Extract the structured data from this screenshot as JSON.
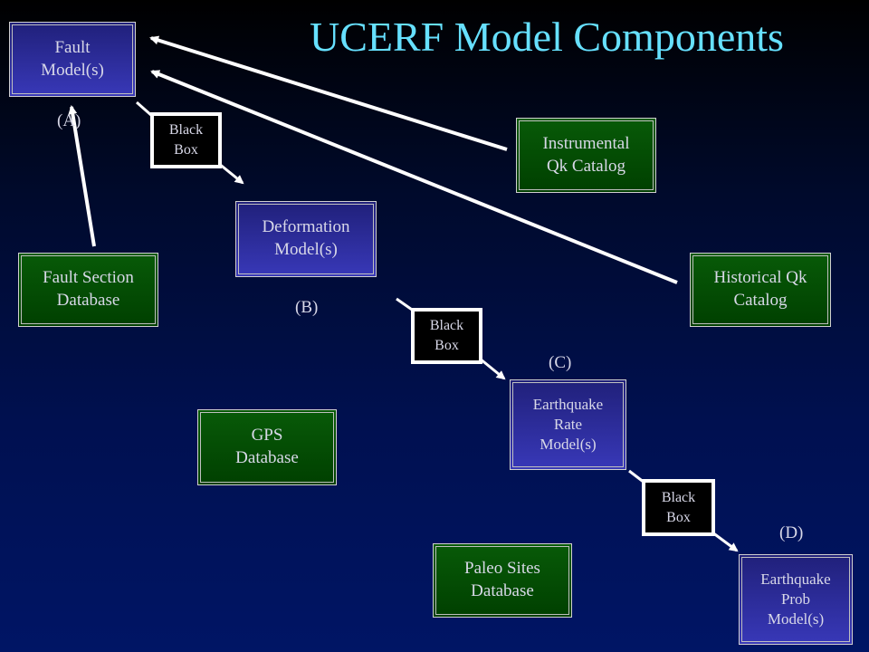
{
  "title": "UCERF Model Components",
  "boxes": {
    "fault_model": "Fault\nModel(s)",
    "deformation_model": "Deformation\nModel(s)",
    "eq_rate_model": "Earthquake\nRate\nModel(s)",
    "eq_prob_model": "Earthquake\nProb\nModel(s)",
    "fault_section_db": "Fault Section\nDatabase",
    "gps_db": "GPS\nDatabase",
    "paleo_db": "Paleo Sites\nDatabase",
    "instrumental_catalog": "Instrumental\nQk Catalog",
    "historical_catalog": "Historical Qk\nCatalog"
  },
  "black_box_label": "Black\nBox",
  "labels": {
    "a": "(A)",
    "b": "(B)",
    "c": "(C)",
    "d": "(D)"
  },
  "colors": {
    "title": "#66e0ff",
    "model_box": "#3030a8",
    "database_box": "#006400",
    "black_box": "#000000",
    "arrow": "#ffffff"
  }
}
